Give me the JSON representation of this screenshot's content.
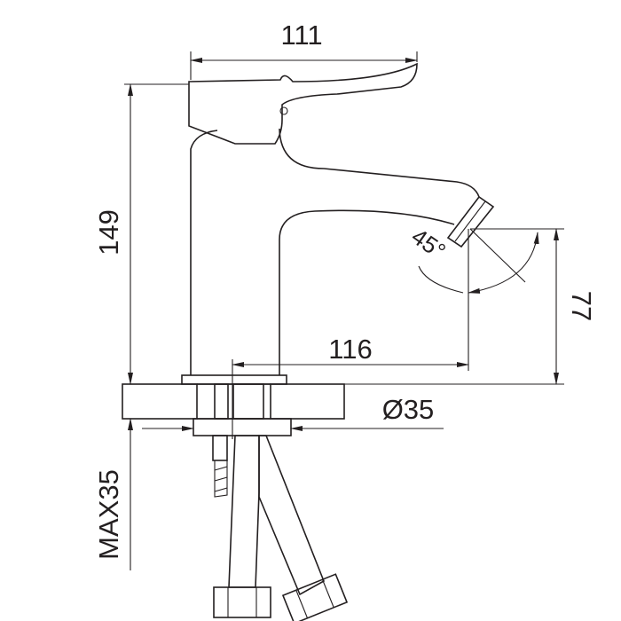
{
  "title": "Basin faucet dimension drawing",
  "dimensions": {
    "handle_reach": "111",
    "total_height": "149",
    "spout_reach": "116",
    "spout_height": "77",
    "hole_diameter": "Ø35",
    "spray_angle": "45°",
    "max_counter_thickness": "MAX35"
  },
  "colors": {
    "line": "#231f20",
    "background": "#ffffff"
  }
}
